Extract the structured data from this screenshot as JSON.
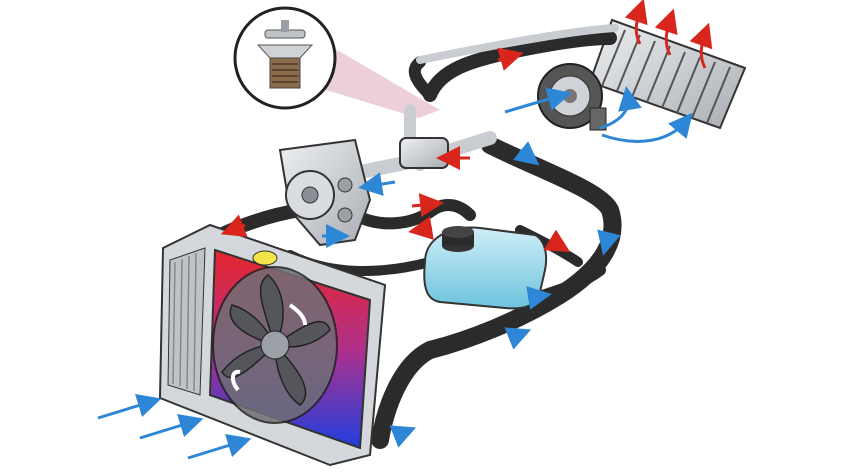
{
  "diagram": {
    "components": [
      {
        "id": "radiator",
        "icon": "radiator-icon"
      },
      {
        "id": "cooling-fan",
        "icon": "fan-icon"
      },
      {
        "id": "radiator-cap",
        "icon": "cap-icon"
      },
      {
        "id": "water-pump",
        "icon": "pump-icon"
      },
      {
        "id": "thermostat",
        "icon": "thermostat-icon"
      },
      {
        "id": "thermostat-callout",
        "icon": "magnifier-icon"
      },
      {
        "id": "expansion-tank",
        "icon": "tank-icon"
      },
      {
        "id": "heater-core",
        "icon": "heater-core-icon"
      },
      {
        "id": "blower-fan",
        "icon": "blower-icon"
      }
    ],
    "flows": {
      "airflow_in": 3,
      "heat_out": 3
    },
    "colors": {
      "hot": "#e8262c",
      "cold": "#1f3fe0",
      "coolant_arrow": "#2d86d6",
      "hot_arrow": "#d9261c",
      "hose": "#2b2b2b",
      "tank": "#7fd1e8",
      "pipe": "#c9ccd1",
      "callout": "#e7c3cf"
    }
  }
}
